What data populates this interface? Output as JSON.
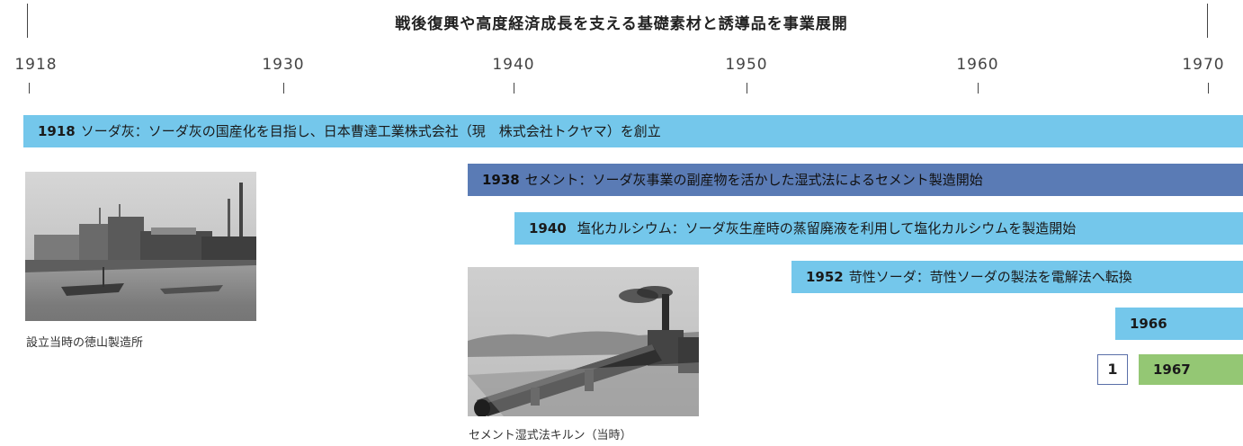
{
  "header": {
    "title": "戦後復興や高度経済成長を支える基礎素材と誘導品を事業展開"
  },
  "timeline": {
    "years": [
      "1918",
      "1930",
      "1940",
      "1950",
      "1960",
      "1970"
    ]
  },
  "events": [
    {
      "year": "1918",
      "text": "ソーダ灰：ソーダ灰の国産化を目指し、日本曹達工業株式会社（現　株式会社トクヤマ）を創立",
      "color": "#74c7eb"
    },
    {
      "year": "1938",
      "text": "セメント：ソーダ灰事業の副産物を活かした湿式法によるセメント製造開始",
      "color": "#5a7bb5"
    },
    {
      "year": "1940",
      "text": "塩化カルシウム：ソーダ灰生産時の蒸留廃液を利用して塩化カルシウムを製造開始",
      "color": "#74c7eb"
    },
    {
      "year": "1952",
      "text": "苛性ソーダ：苛性ソーダの製法を電解法へ転換",
      "color": "#74c7eb"
    },
    {
      "year": "1966",
      "text": "",
      "color": "#74c7eb"
    },
    {
      "year": "1967",
      "text": "",
      "color": "#94c774"
    }
  ],
  "page_indicator": "1",
  "photos": [
    {
      "caption": "設立当時の徳山製造所",
      "icon": "factory-photo"
    },
    {
      "caption": "セメント湿式法キルン（当時）",
      "icon": "kiln-photo"
    }
  ]
}
